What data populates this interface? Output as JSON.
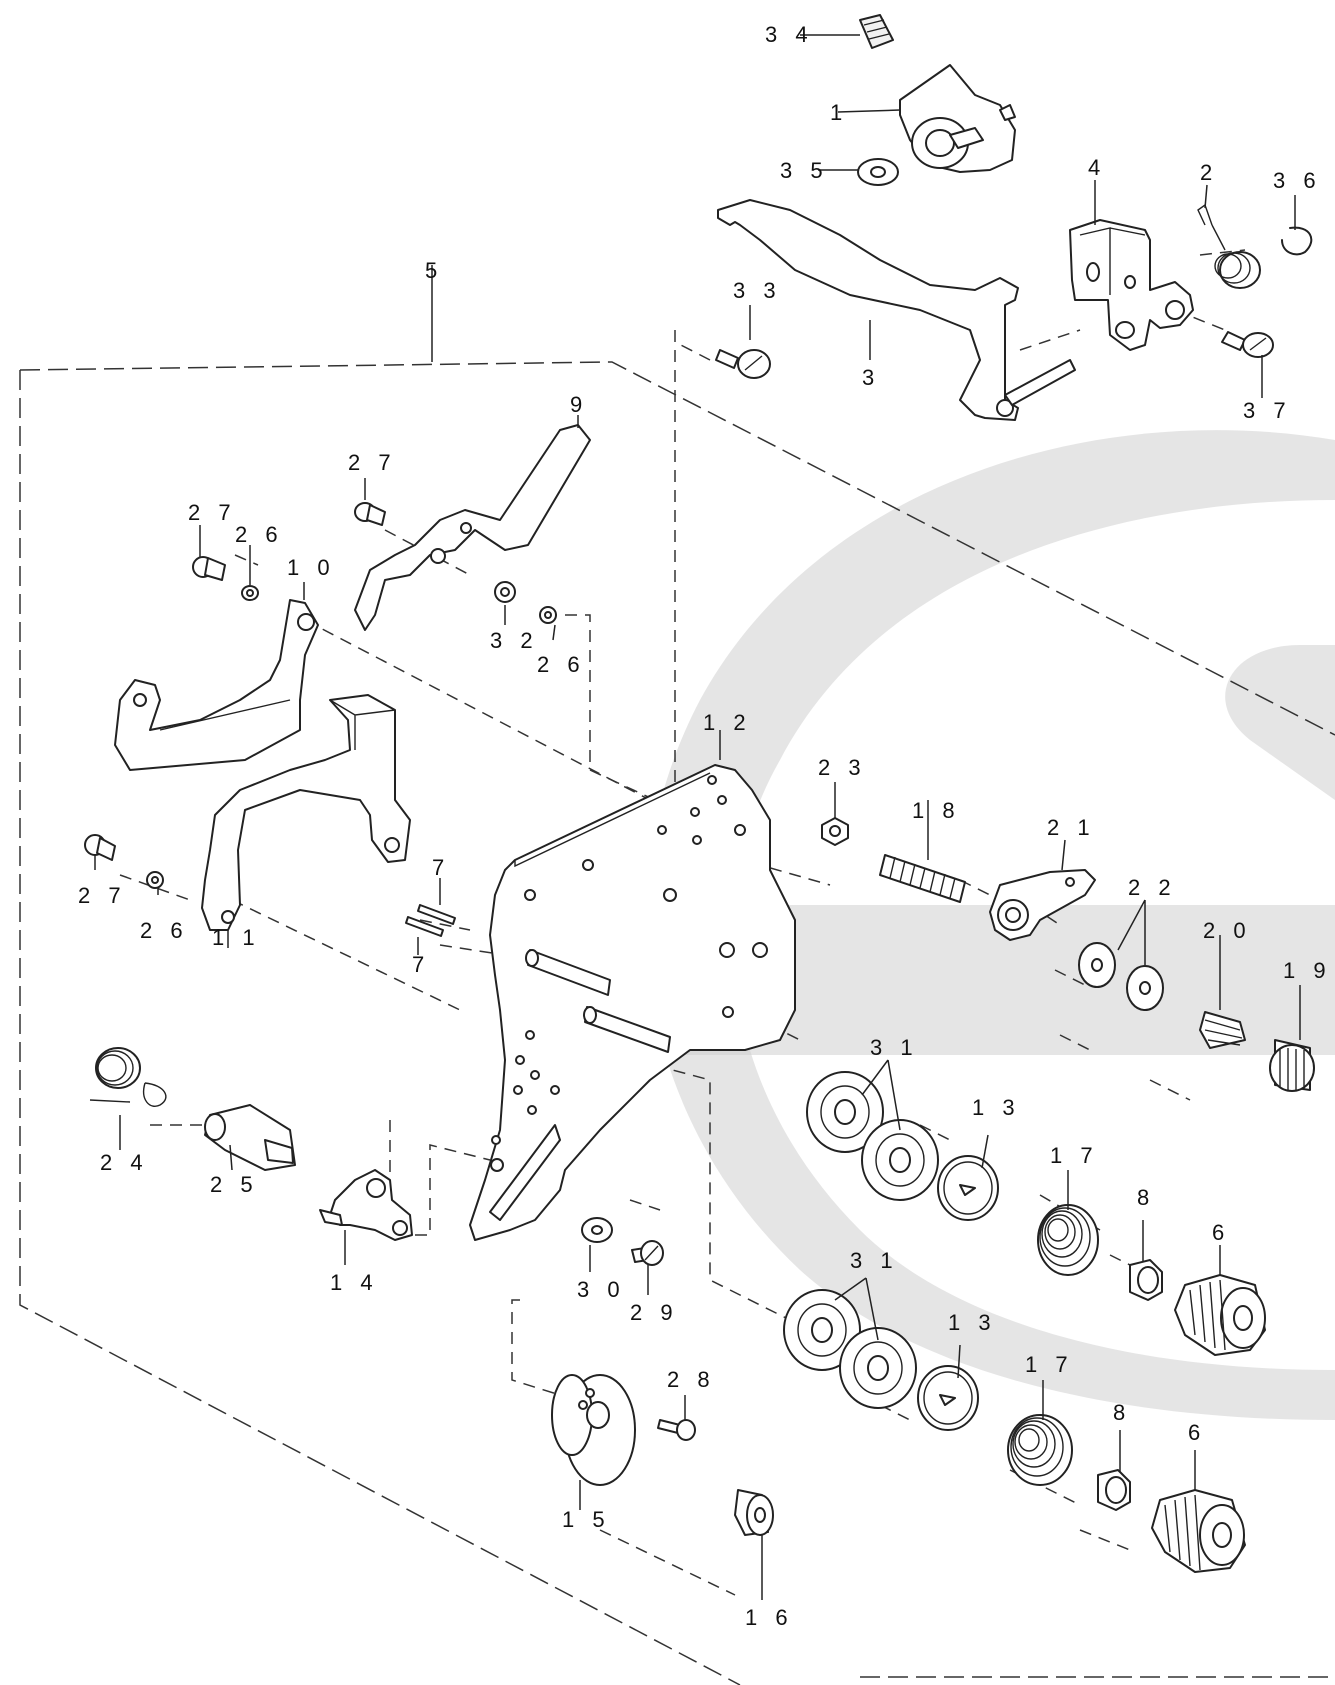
{
  "diagram": {
    "parts": [
      {
        "id": "1",
        "label": "1"
      },
      {
        "id": "2",
        "label": "2"
      },
      {
        "id": "3",
        "label": "3"
      },
      {
        "id": "4",
        "label": "4"
      },
      {
        "id": "5",
        "label": "5"
      },
      {
        "id": "6a",
        "label": "6"
      },
      {
        "id": "6b",
        "label": "6"
      },
      {
        "id": "7a",
        "label": "7"
      },
      {
        "id": "7b",
        "label": "7"
      },
      {
        "id": "8a",
        "label": "8"
      },
      {
        "id": "8b",
        "label": "8"
      },
      {
        "id": "9",
        "label": "9"
      },
      {
        "id": "10",
        "label": "1 0"
      },
      {
        "id": "11",
        "label": "1 1"
      },
      {
        "id": "12",
        "label": "1 2"
      },
      {
        "id": "13a",
        "label": "1 3"
      },
      {
        "id": "13b",
        "label": "1 3"
      },
      {
        "id": "14",
        "label": "1 4"
      },
      {
        "id": "15",
        "label": "1 5"
      },
      {
        "id": "16",
        "label": "1 6"
      },
      {
        "id": "17a",
        "label": "1 7"
      },
      {
        "id": "17b",
        "label": "1 7"
      },
      {
        "id": "18",
        "label": "1 8"
      },
      {
        "id": "19",
        "label": "1 9"
      },
      {
        "id": "20",
        "label": "2 0"
      },
      {
        "id": "21",
        "label": "2 1"
      },
      {
        "id": "22",
        "label": "2 2"
      },
      {
        "id": "23",
        "label": "2 3"
      },
      {
        "id": "24",
        "label": "2 4"
      },
      {
        "id": "25",
        "label": "2 5"
      },
      {
        "id": "26a",
        "label": "2 6"
      },
      {
        "id": "26b",
        "label": "2 6"
      },
      {
        "id": "26c",
        "label": "2 6"
      },
      {
        "id": "27a",
        "label": "2 7"
      },
      {
        "id": "27b",
        "label": "2 7"
      },
      {
        "id": "27c",
        "label": "2 7"
      },
      {
        "id": "28",
        "label": "2 8"
      },
      {
        "id": "29",
        "label": "2 9"
      },
      {
        "id": "30",
        "label": "3 0"
      },
      {
        "id": "31a",
        "label": "3 1"
      },
      {
        "id": "31b",
        "label": "3 1"
      },
      {
        "id": "32",
        "label": "3 2"
      },
      {
        "id": "33",
        "label": "3 3"
      },
      {
        "id": "34",
        "label": "3 4"
      },
      {
        "id": "35",
        "label": "3 5"
      },
      {
        "id": "36",
        "label": "3 6"
      },
      {
        "id": "37",
        "label": "3 7"
      }
    ]
  }
}
